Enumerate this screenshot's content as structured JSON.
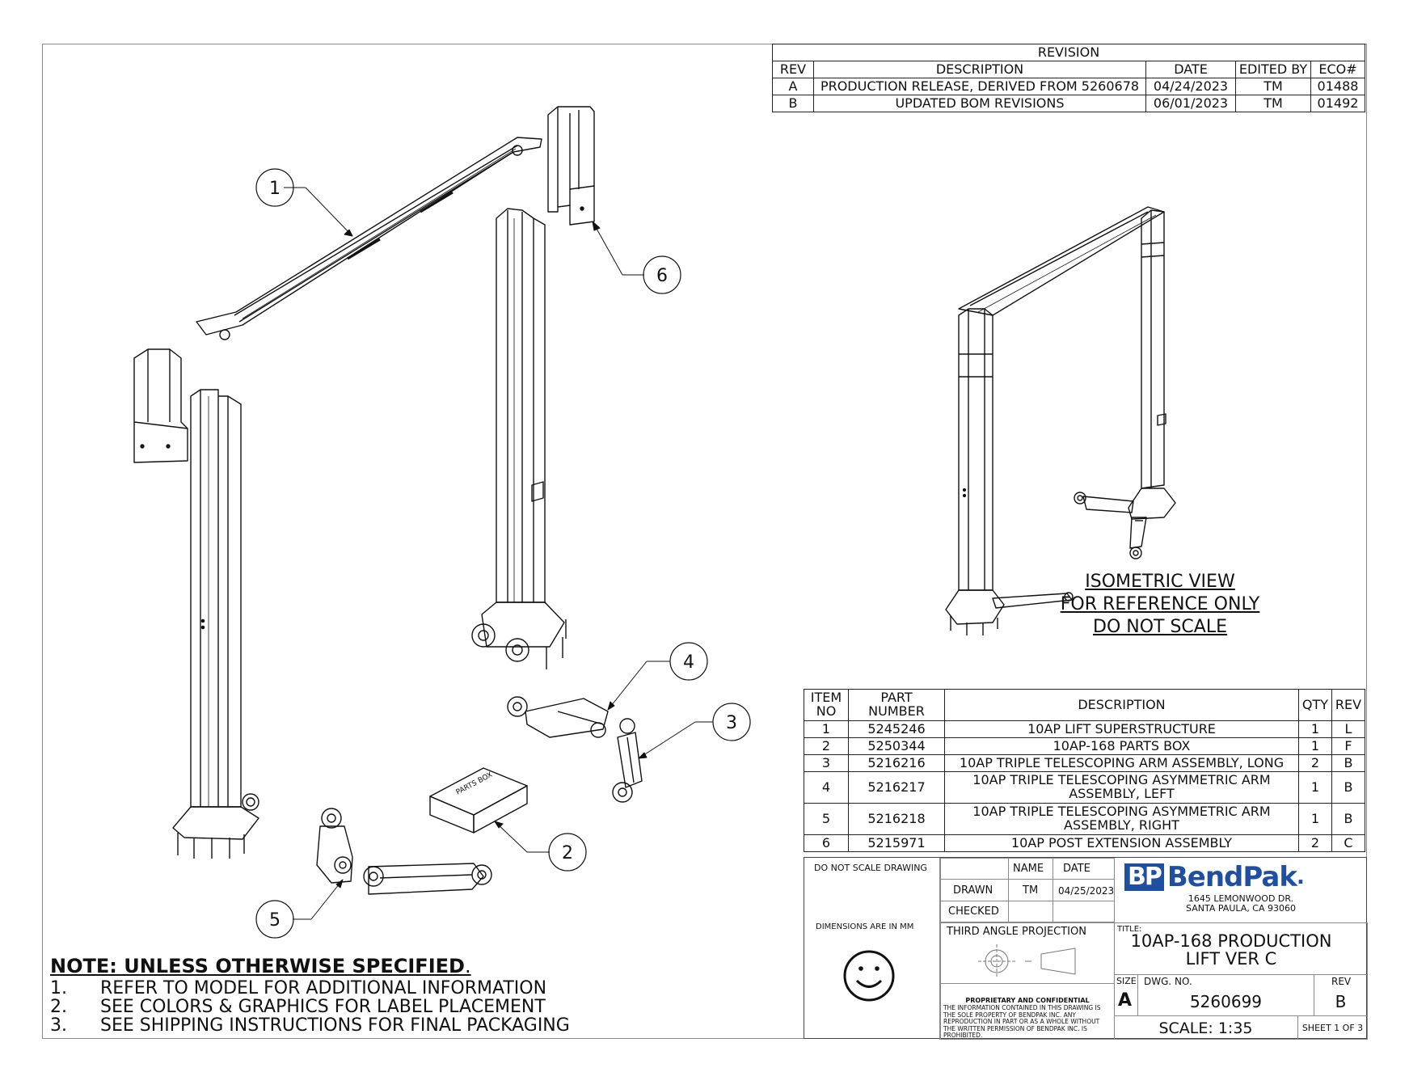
{
  "revision": {
    "title": "REVISION",
    "headers": [
      "REV",
      "DESCRIPTION",
      "DATE",
      "EDITED BY",
      "ECO#"
    ],
    "rows": [
      [
        "A",
        "PRODUCTION RELEASE, DERIVED FROM 5260678",
        "04/24/2023",
        "TM",
        "01488"
      ],
      [
        "B",
        "UPDATED BOM REVISIONS",
        "06/01/2023",
        "TM",
        "01492"
      ]
    ]
  },
  "balloons": [
    "1",
    "2",
    "3",
    "4",
    "5",
    "6"
  ],
  "parts_box_label": "PARTS BOX",
  "iso_note": [
    "ISOMETRIC VIEW",
    "FOR REFERENCE ONLY",
    "DO NOT SCALE"
  ],
  "bom": {
    "headers": [
      "ITEM NO",
      "PART NUMBER",
      "DESCRIPTION",
      "QTY",
      "REV"
    ],
    "rows": [
      [
        "1",
        "5245246",
        "10AP LIFT SUPERSTRUCTURE",
        "1",
        "L"
      ],
      [
        "2",
        "5250344",
        "10AP-168 PARTS BOX",
        "1",
        "F"
      ],
      [
        "3",
        "5216216",
        "10AP TRIPLE TELESCOPING ARM ASSEMBLY, LONG",
        "2",
        "B"
      ],
      [
        "4",
        "5216217",
        "10AP TRIPLE TELESCOPING ASYMMETRIC ARM ASSEMBLY, LEFT",
        "1",
        "B"
      ],
      [
        "5",
        "5216218",
        "10AP TRIPLE TELESCOPING ASYMMETRIC ARM ASSEMBLY, RIGHT",
        "1",
        "B"
      ],
      [
        "6",
        "5215971",
        "10AP POST EXTENSION ASSEMBLY",
        "2",
        "C"
      ]
    ]
  },
  "title_block": {
    "do_not_scale": "DO NOT SCALE DRAWING",
    "name_header": "NAME",
    "date_header": "DATE",
    "drawn_label": "DRAWN",
    "drawn_name": "TM",
    "drawn_date": "04/25/2023",
    "checked_label": "CHECKED",
    "dimensions_note": "DIMENSIONS ARE IN MM",
    "projection_label": "THIRD ANGLE PROJECTION",
    "proprietary_title": "PROPRIETARY AND CONFIDENTIAL",
    "proprietary_text": "THE INFORMATION CONTAINED IN THIS DRAWING IS THE SOLE PROPERTY OF BENDPAK INC. ANY REPRODUCTION IN PART OR AS A WHOLE WITHOUT THE WRITTEN PERMISSION OF BENDPAK INC. IS PROHIBITED.",
    "logo_mark": "BP",
    "logo_name": "BendPak",
    "logo_dot": ".",
    "address_line1": "1645 LEMONWOOD DR.",
    "address_line2": "SANTA PAULA, CA 93060",
    "title_label": "TITLE:",
    "title_line1": "10AP-168 PRODUCTION",
    "title_line2": "LIFT VER C",
    "size_label": "SIZE",
    "size_value": "A",
    "dwg_label": "DWG.  NO.",
    "dwg_value": "5260699",
    "rev_label": "REV",
    "rev_value": "B",
    "scale": "SCALE: 1:35",
    "sheet": "SHEET 1 OF 3"
  },
  "notes": {
    "heading": "NOTE: UNLESS OTHERWISE SPECIFIED",
    "heading_suffix": ".",
    "items": [
      {
        "num": "1.",
        "text": "REFER TO MODEL FOR ADDITIONAL INFORMATION"
      },
      {
        "num": "2.",
        "text": "SEE COLORS & GRAPHICS FOR LABEL PLACEMENT"
      },
      {
        "num": "3.",
        "text": "SEE SHIPPING INSTRUCTIONS FOR FINAL PACKAGING"
      }
    ]
  },
  "colors": {
    "ink": "#111111",
    "frame": "#8a8a8a",
    "logo_blue": "#1f4fa0",
    "logo_grey": "#9aa0a6"
  }
}
